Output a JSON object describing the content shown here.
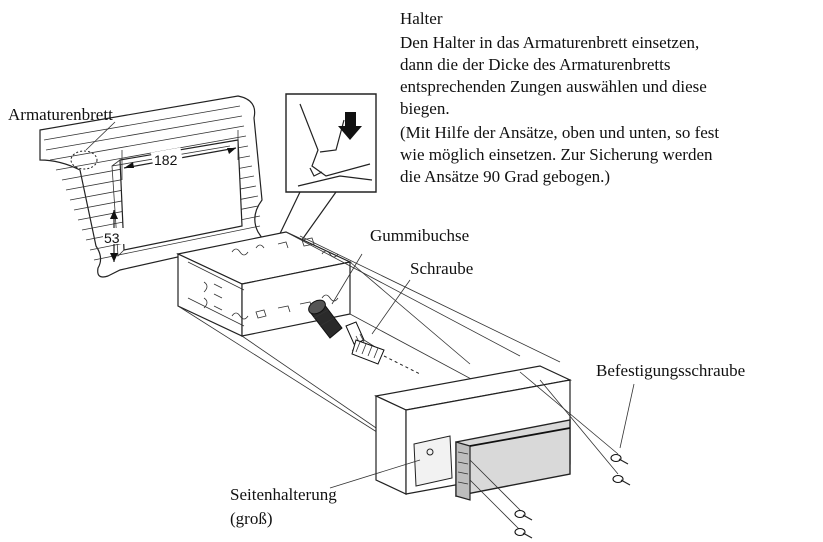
{
  "labels": {
    "halter_title": "Halter",
    "halter_desc": [
      "Den Halter in das Armaturenbrett einsetzen,",
      "dann die der Dicke des Armaturenbretts",
      "entsprechenden Zungen auswählen und diese",
      "biegen.",
      "(Mit Hilfe der Ansätze, oben und unten, so fest",
      "wie möglich einsetzen. Zur Sicherung werden",
      "die Ansätze 90 Grad gebogen.)"
    ],
    "armaturenbrett": "Armaturenbrett",
    "width_dimension": "182",
    "height_dimension": "53",
    "gummibuchse": "Gummibuchse",
    "schraube": "Schraube",
    "befestigungsschraube": "Befestigungsschraube",
    "seitenhalterung": "Seitenhalterung",
    "seitenhalterung_size": "(groß)"
  }
}
